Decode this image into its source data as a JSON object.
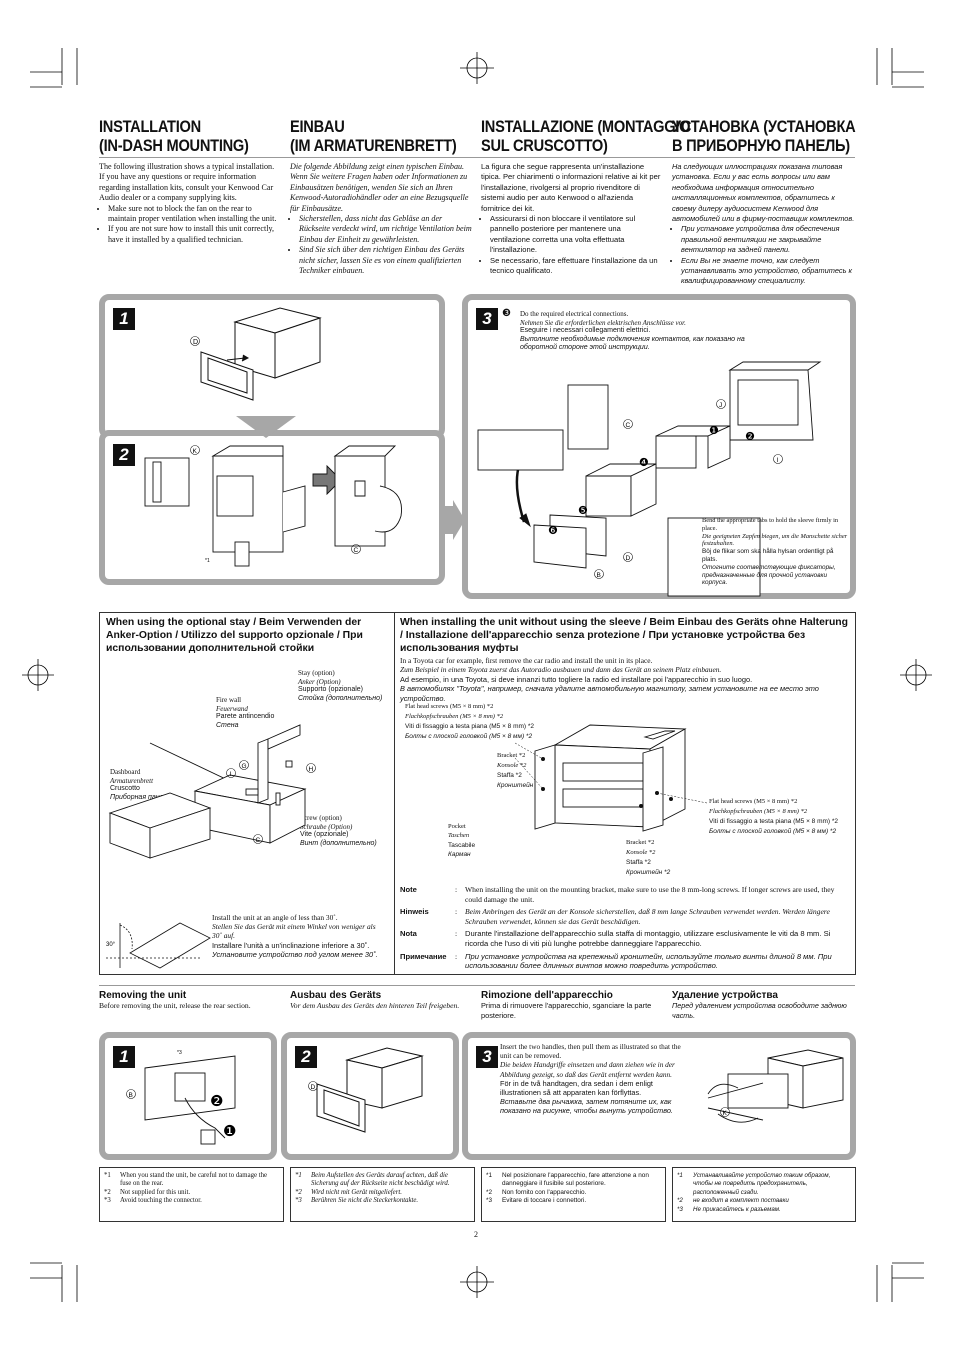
{
  "headings": {
    "en": [
      "INSTALLATION",
      "(IN-DASH MOUNTING)"
    ],
    "de": [
      "EINBAU",
      "(IM ARMATURENBRETT)"
    ],
    "it": [
      "INSTALLAZIONE (MONTAGGIO",
      "SUL CRUSCOTTO)"
    ],
    "ru": [
      "УСТАНОВКА (УСТАНОВКА",
      "В ПРИБОРНУЮ ПАНЕЛЬ)"
    ]
  },
  "intro": {
    "en": {
      "text": "The following illustration shows a typical installation. If you have any questions or require information regarding installation kits, consult your Kenwood Car Audio dealer or a company supplying kits.",
      "bullets": [
        "Make sure not to block the fan on the rear to maintain proper ventilation when installing the unit.",
        "If you are not sure how to install this unit correctly, have it installed by a qualified technician."
      ]
    },
    "de": {
      "text": "Die folgende Abbildung zeigt einen typischen Einbau. Wenn Sie weitere Fragen haben oder Informationen zu Einbausätzen benötigen, wenden Sie sich an Ihren Kenwood-Autoradiohändler oder an eine Bezugsquelle für Einbausätze.",
      "bullets": [
        "Sicherstellen, dass nicht das Gebläse an der Rückseite verdeckt wird, um richtige Ventilation beim Einbau der Einheit zu gewährleisten.",
        "Sind Sie sich über den richtigen Einbau des Geräts nicht sicher, lassen Sie es von einem qualifizierten Techniker einbauen."
      ]
    },
    "it": {
      "text": "La figura che segue rappresenta un'installazione tipica. Per chiarimenti o informazioni relative ai kit per l'installazione, rivolgersi al proprio rivenditore di sistemi audio per auto Kenwood o all'azienda fornitrice dei kit.",
      "bullets": [
        "Assicurarsi di non bloccare il ventilatore sul pannello posteriore per mantenere una ventilazione corretta una volta effettuata l'installazione.",
        "Se necessario, fare effettuare l'installazione da un tecnico qualificato."
      ]
    },
    "ru": {
      "text": "На следующих иллюстрациях показана типовая установка. Если у вас есть вопросы или вам необходима информация относительно инсталляционных комплектов, обратитесь к своему дилеру аудиосистем Kenwood для автомобилей или в фирму-поставщик комплектов.",
      "bullets": [
        "При установке устройства для обеспечения правильной вентиляции не закрывайте вентилятор на задней панели.",
        "Если Вы не знаете точно, как следует устанавливать это устройство, обратитесь к квалифицированному специалисту."
      ]
    }
  },
  "steps": {
    "badges": [
      "1",
      "2",
      "3"
    ],
    "labels": {
      "D": "D",
      "K": "K",
      "C": "C",
      "J": "J",
      "I": "I",
      "B": "B",
      "G": "G",
      "H": "H"
    },
    "asterisk1": "*1",
    "circled": [
      "❶",
      "❷",
      "❹",
      "❺",
      "❻"
    ],
    "step3_caption": {
      "marker": "❸",
      "en": "Do the required electrical connections.",
      "de": "Nehmen Sie die erforderlichen elektrischen Anschlüsse vor.",
      "it": "Eseguire i necessari collegamenti elettrici.",
      "ru": "Выполните необходимые подключения контактов, как показано на оборотной стороне этой инструкции."
    },
    "tabs_caption": {
      "en": "Bend the appropriate tabs to hold the sleeve firmly in place.",
      "de": "Die geeigneten Zapfen biegen, um die Manschette sicher festzuhalten.",
      "sv": "Böj de flikar som ska hålla hylsan ordentligt på plats.",
      "ru": "Отогните соответствующие фиксаторы, предназначенные для прочной установки корпуса."
    }
  },
  "stay": {
    "heading": "When using the optional stay / Beim Verwenden der Anker-Option / Utilizzo del supporto opzionale / При использовании дополнительной стойки",
    "stay_label": [
      "Stay (option)",
      "Anker (Option)",
      "Supporto (opzionale)",
      "Стойка (дополнительно)"
    ],
    "firewall_label": [
      "Fire wall",
      "Feuerwand",
      "Parete antincendio",
      "Стена"
    ],
    "dashboard_label": [
      "Dashboard",
      "Armaturenbrett",
      "Cruscotto",
      "Приборная панель"
    ],
    "screw_label": [
      "Screw (option)",
      "Schraube (Option)",
      "Vite (opzionale)",
      "Винт (дополнительно)"
    ],
    "angle_text": [
      "Install the unit at an angle of less than 30˚.",
      "Stellen Sie das Gerät mit einem Winkel von weniger als 30˚ auf.",
      "Installare l'unità a un'inclinazione inferiore a 30˚.",
      "Установите устройство под углом менее 30˚."
    ],
    "angle_label": "30°"
  },
  "nosleeve": {
    "heading": "When installing the unit without using the sleeve / Beim Einbau des Geräts ohne Halterung / Installazione dell'apparecchio senza protezione / При установке устройства без использования муфты",
    "intro": [
      "In a Toyota car for example, first remove the car radio and install the unit in its place.",
      "Zum Beispiel in einem Toyota zuerst das Autoradio ausbauen und dann das Gerät an seinem Platz einbauen.",
      "Ad esempio, in una Toyota, si deve innanzi tutto togliere la radio ed installare poi l'apparecchio in suo luogo.",
      "В автомобилях \"Toyota\", например, сначала удалите автомобильную магнитолу, затем установите на ее место это устройство."
    ],
    "screws_left": [
      "Flat head screws (M5 × 8 mm) *2",
      "Flachkopfschrauben (M5 × 8 mm) *2",
      "Viti di fissaggio a testa piana (M5 × 8 mm) *2",
      "Болты с плоской головкой (M5 × 8 мм) *2"
    ],
    "bracket_top": [
      "Bracket *2",
      "Konsole *2",
      "Staffa *2",
      "Кронштейн *2"
    ],
    "pocket": [
      "Pocket",
      "Taschen",
      "Tascabile",
      "Карман"
    ],
    "bracket_bottom": [
      "Bracket *2",
      "Konsole *2",
      "Staffa *2",
      "Кронштейн *2"
    ],
    "screws_right": [
      "Flat head screws (M5 × 8 mm) *2",
      "Flachkopfschrauben (M5 × 8 mm) *2",
      "Viti di fissaggio a testa piana (M5 × 8 mm) *2",
      "Болты с плоской головкой (M5 × 8 мм) *2"
    ],
    "notes": [
      {
        "label": "Note",
        "text": "When installing the unit on the mounting bracket, make sure to use the 8 mm-long screws. If longer screws are used, they could damage the unit."
      },
      {
        "label": "Hinweis",
        "text": "Beim Anbringen des Gerät an der Konsole sicherstellen, daß 8 mm lange Schrauben verwendet werden. Werden längere Schrauben verwendet, können sie das Gerät beschädigen."
      },
      {
        "label": "Nota",
        "text": "Durante l'installazione dell'apparecchio sulla staffa di montaggio, utilizzare esclusivamente le viti da 8 mm. Si ricorda che l'uso di viti più lunghe potrebbe danneggiare l'apparecchio."
      },
      {
        "label": "Примечание",
        "text": "При установке устройства на крепежный кронштейн, используйте только винты длиной 8 мм. При использовании более длинных винтов можно повредить устройство."
      }
    ]
  },
  "removing": {
    "en": {
      "title": "Removing the unit",
      "text": "Before removing the unit, release the rear section."
    },
    "de": {
      "title": "Ausbau des Geräts",
      "text": "Vor dem Ausbau des Geräts den hinteren Teil freigeben."
    },
    "it": {
      "title": "Rimozione dell'apparecchio",
      "text": "Prima di rimuovere l'apparecchio, sganciare la parte posteriore."
    },
    "ru": {
      "title": "Удаление устройства",
      "text": "Перед удалением устройства освободите заднюю часть."
    },
    "step3_text": [
      "Insert the two handles, then pull them as illustrated so that the unit can be removed.",
      "Die beiden Handgriffe einsetzen und dann ziehen wie in der Abbildung gezeigt, so daß das Gerät entfernt werden kann.",
      "För in de två handtagen, dra sedan i dem enligt illustrationen så att apparaten kan förflyttas.",
      "Вставьте два рычажка, затем потяните их, как показано на рисунке, чтобы вынуть устройство."
    ]
  },
  "footnotes": {
    "en": [
      "When you stand the unit, be careful not to damage the fuse on the rear.",
      "Not supplied for this unit.",
      "Avoid touching the connector."
    ],
    "de": [
      "Beim Aufstellen des Geräts darauf achten, daß die Sicherung auf der Rückseite nicht beschädigt wird.",
      "Wird nicht mit Gerät mitgeliefert.",
      "Berühren Sie nicht die Steckerkontakte."
    ],
    "it": [
      "Nel posizionare l'apparecchio, fare attenzione a non danneggiare il fusibile sul posteriore.",
      "Non fornito con l'apparecchio.",
      "Evitare di toccare i connettori."
    ],
    "ru": [
      "Устанавливайте устройство таким образом, чтобы не повредить предохранитель, расположенный сзади.",
      "не входит в комплект поставки",
      "Не прикасайтесь к разъемам."
    ],
    "marks": [
      "*1",
      "*2",
      "*3"
    ]
  },
  "page_number": "2"
}
